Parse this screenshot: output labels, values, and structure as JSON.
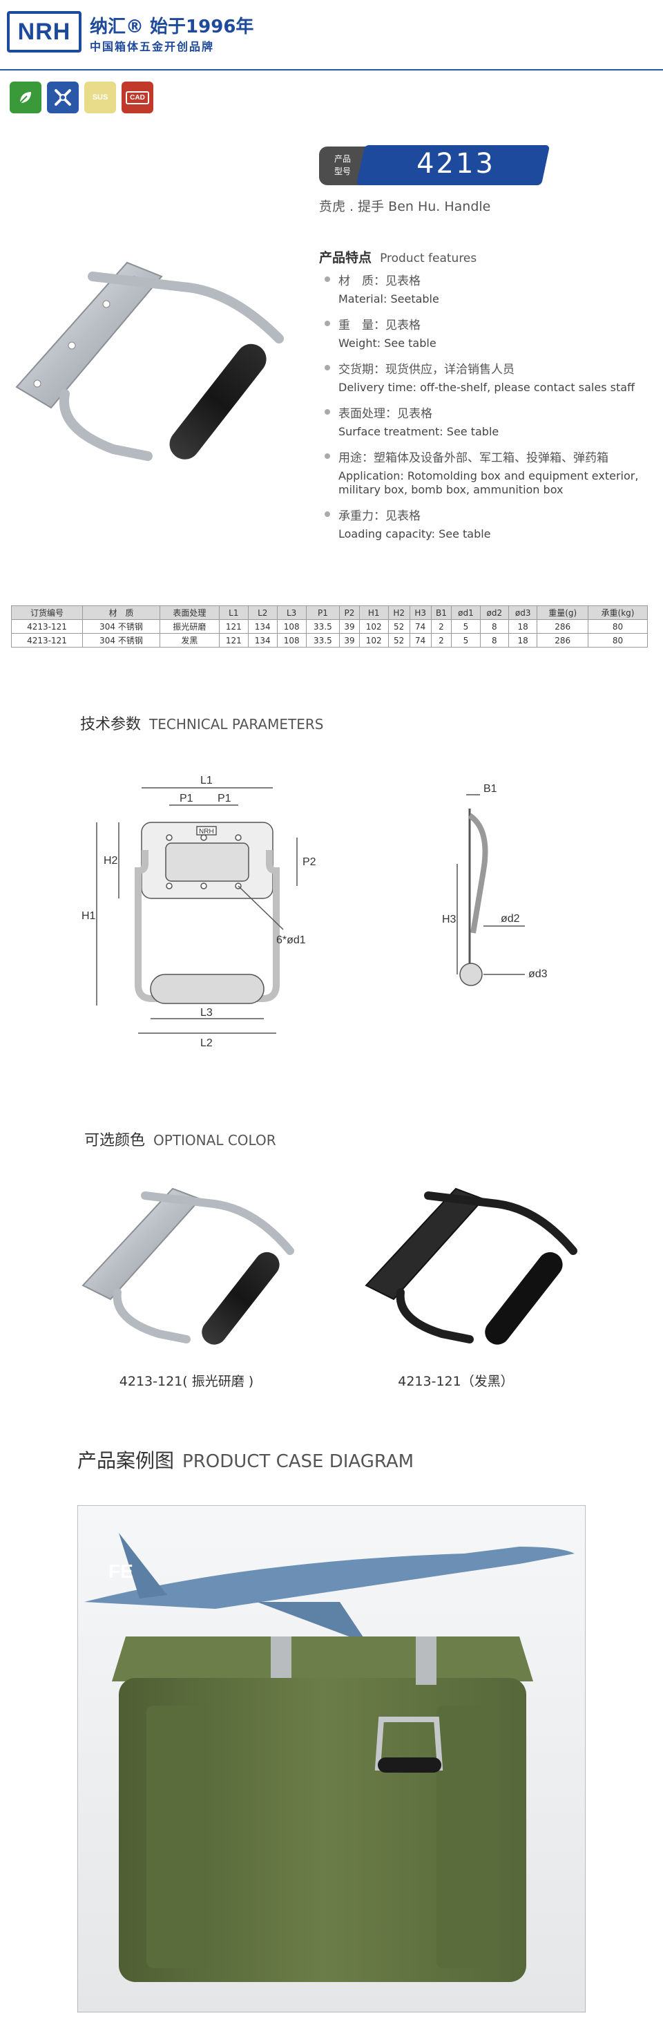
{
  "brand": {
    "logo_text": "NRH",
    "title": "纳汇® 始于1996年",
    "subtitle": "中国箱体五金开创品牌"
  },
  "badges": [
    {
      "name": "eco-badge",
      "color": "#3a9a3a",
      "label": ""
    },
    {
      "name": "tools-badge",
      "color": "#2a57a8",
      "label": ""
    },
    {
      "name": "sus-badge",
      "color": "#e8dc8a",
      "label": "SUS"
    },
    {
      "name": "cad-badge",
      "color": "#c0392b",
      "label": "CAD"
    }
  ],
  "model": {
    "prefix_line1": "产品",
    "prefix_line2": "型号",
    "number": "4213"
  },
  "product_name": "贲虎 . 提手    Ben Hu. Handle",
  "features": {
    "title_cn": "产品特点",
    "title_en": "Product features",
    "items": [
      {
        "cn": "材　质：见表格",
        "en": "Material: Seetable"
      },
      {
        "cn": "重　量：见表格",
        "en": "Weight: See table"
      },
      {
        "cn": "交货期：现货供应，详洽销售人员",
        "en": "Delivery time: off-the-shelf, please contact sales staff"
      },
      {
        "cn": "表面处理：见表格",
        "en": "Surface treatment: See table"
      },
      {
        "cn": "用途：塑箱体及设备外部、军工箱、投弹箱、弹药箱",
        "en": "Application: Rotomolding box and equipment exterior, military box, bomb box, ammunition box"
      },
      {
        "cn": "承重力：见表格",
        "en": "Loading capacity: See table"
      }
    ]
  },
  "spec_table": {
    "headers": [
      "订货编号",
      "材　质",
      "表面处理",
      "L1",
      "L2",
      "L3",
      "P1",
      "P2",
      "H1",
      "H2",
      "H3",
      "B1",
      "ød1",
      "ød2",
      "ød3",
      "重量(g)",
      "承重(kg)"
    ],
    "rows": [
      [
        "4213-121",
        "304 不锈钢",
        "振光研磨",
        "121",
        "134",
        "108",
        "33.5",
        "39",
        "102",
        "52",
        "74",
        "2",
        "5",
        "8",
        "18",
        "286",
        "80"
      ],
      [
        "4213-121",
        "304 不锈钢",
        "发黑",
        "121",
        "134",
        "108",
        "33.5",
        "39",
        "102",
        "52",
        "74",
        "2",
        "5",
        "8",
        "18",
        "286",
        "80"
      ]
    ]
  },
  "technical": {
    "title_cn": "技术参数",
    "title_en": "TECHNICAL PARAMETERS",
    "labels": {
      "l1": "L1",
      "l2": "L2",
      "l3": "L3",
      "p1a": "P1",
      "p1b": "P1",
      "p2": "P2",
      "h1": "H1",
      "h2": "H2",
      "h3": "H3",
      "b1": "B1",
      "d1": "6*ød1",
      "d2": "ød2",
      "d3": "ød3",
      "plate": "NRH"
    }
  },
  "colors_section": {
    "title_cn": "可选颜色",
    "title_en": "OPTIONAL COLOR",
    "items": [
      {
        "caption": "4213-121( 振光研磨 )",
        "finish": "#c8ccd0"
      },
      {
        "caption": "4213-121（发黑）",
        "finish": "#2a2a2a"
      }
    ]
  },
  "case_section": {
    "title_cn": "产品案例图",
    "title_en": "PRODUCT CASE DIAGRAM",
    "jet_marking": "FE"
  },
  "theme": {
    "accent": "#1d4a9c",
    "case_green": "#5f7140"
  }
}
